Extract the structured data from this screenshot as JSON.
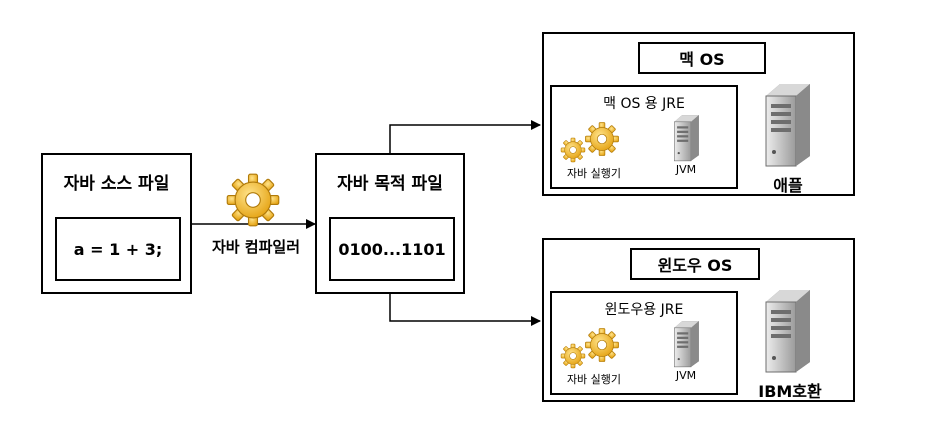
{
  "source": {
    "title": "자바 소스 파일",
    "code": "a = 1 + 3;"
  },
  "compiler": {
    "label": "자바 컴파일러",
    "icon": "gear-icon"
  },
  "object": {
    "title": "자바 목적 파일",
    "code": "0100...1101"
  },
  "mac": {
    "title": "맥 OS",
    "jre_title": "맥 OS 용 JRE",
    "executor_label": "자바 실행기",
    "jvm_label": "JVM",
    "machine_label": "애플"
  },
  "windows": {
    "title": "윈도우 OS",
    "jre_title": "윈도우용 JRE",
    "executor_label": "자바 실행기",
    "jvm_label": "JVM",
    "machine_label": "IBM호환"
  },
  "colors": {
    "gear_light": "#FFE38A",
    "gear_dark": "#E5A313",
    "server_light": "#EDEDED",
    "server_dark": "#9A9A9A"
  }
}
